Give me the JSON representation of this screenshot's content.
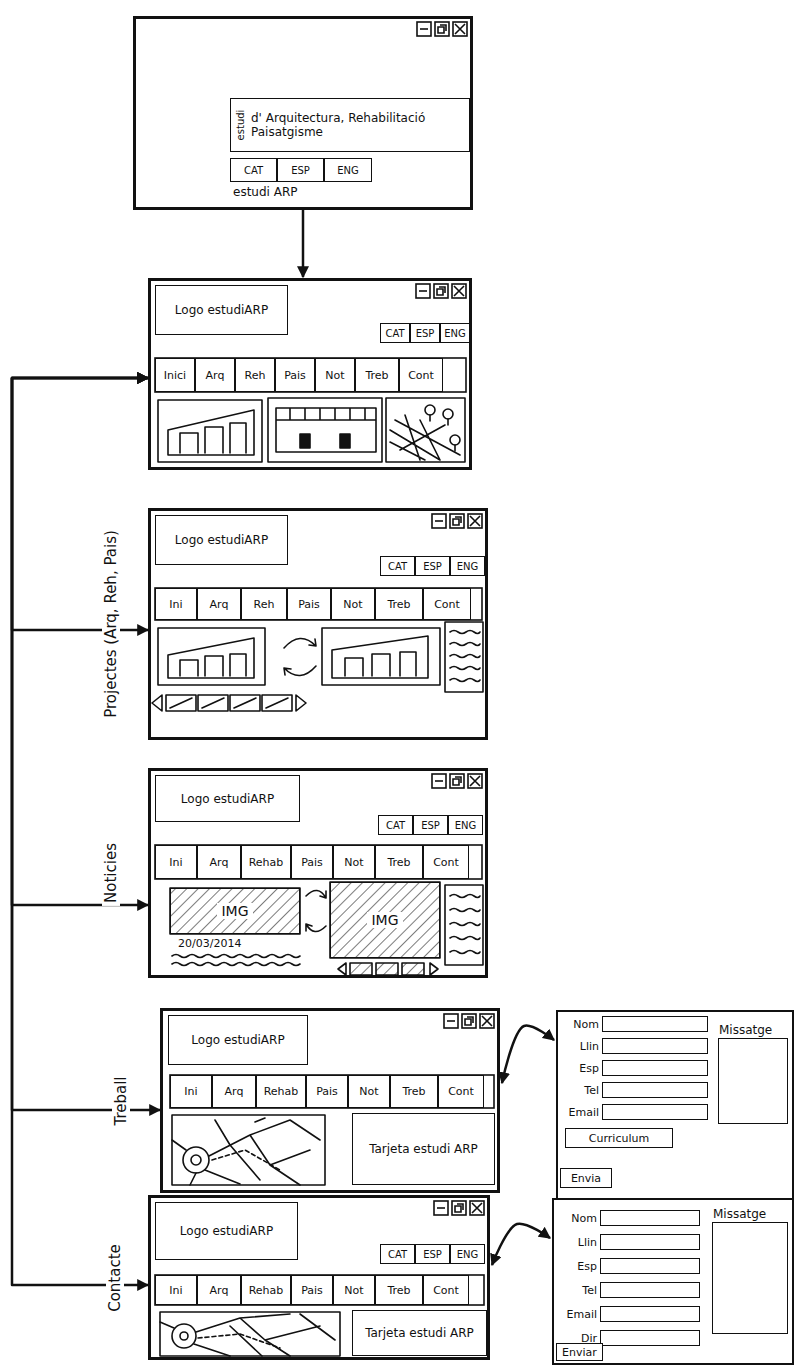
{
  "diagram": {
    "nodes": [
      {
        "text": [
          "estudi ARP"
        ]
      },
      {
        "text": [
          "estudi",
          "d' Arquitectura, Rehabilitació Paisatgisme"
        ],
        "in": 0
      },
      {
        "text": [
          "CAT"
        ],
        "in": 0
      },
      {
        "text": [
          "ESP"
        ],
        "in": 0
      },
      {
        "text": [
          "ENG"
        ],
        "in": 0
      },
      {
        "text": []
      },
      {
        "text": [
          "Logo estudiARP"
        ],
        "in": 5
      },
      {
        "text": [
          "CAT"
        ],
        "in": 5
      },
      {
        "text": [
          "ESP"
        ],
        "in": 5
      },
      {
        "text": [
          "ENG"
        ],
        "in": 5
      },
      {
        "text": [
          "Inici"
        ],
        "in": 5
      },
      {
        "text": [
          "Arq"
        ],
        "in": 5
      },
      {
        "text": [
          "Reh"
        ],
        "in": 5
      },
      {
        "text": [
          "Pais"
        ],
        "in": 5
      },
      {
        "text": [
          "Not"
        ],
        "in": 5
      },
      {
        "text": [
          "Treb"
        ],
        "in": 5
      },
      {
        "text": [
          "Cont"
        ],
        "in": 5
      },
      {
        "text": [
          "Projectes (Arq, Reh, Pais)"
        ]
      },
      {
        "text": [
          "Logo estudiARP"
        ],
        "in": 17
      },
      {
        "text": [
          "CAT"
        ],
        "in": 17
      },
      {
        "text": [
          "ESP"
        ],
        "in": 17
      },
      {
        "text": [
          "ENG"
        ],
        "in": 17
      },
      {
        "text": [
          "Ini"
        ],
        "in": 17
      },
      {
        "text": [
          "Arq"
        ],
        "in": 17
      },
      {
        "text": [
          "Reh"
        ],
        "in": 17
      },
      {
        "text": [
          "Pais"
        ],
        "in": 17
      },
      {
        "text": [
          "Not"
        ],
        "in": 17
      },
      {
        "text": [
          "Treb"
        ],
        "in": 17
      },
      {
        "text": [
          "Cont"
        ],
        "in": 17
      },
      {
        "text": [
          "Noticies"
        ]
      },
      {
        "text": [
          "Logo estudiARP"
        ],
        "in": 29
      },
      {
        "text": [
          "CAT"
        ],
        "in": 29
      },
      {
        "text": [
          "ESP"
        ],
        "in": 29
      },
      {
        "text": [
          "ENG"
        ],
        "in": 29
      },
      {
        "text": [
          "Ini"
        ],
        "in": 29
      },
      {
        "text": [
          "Arq"
        ],
        "in": 29
      },
      {
        "text": [
          "Rehab"
        ],
        "in": 29
      },
      {
        "text": [
          "Pais"
        ],
        "in": 29
      },
      {
        "text": [
          "Not"
        ],
        "in": 29
      },
      {
        "text": [
          "Treb"
        ],
        "in": 29
      },
      {
        "text": [
          "Cont"
        ],
        "in": 29
      },
      {
        "text": [
          "IMG"
        ],
        "in": 29
      },
      {
        "text": [
          "IMG"
        ],
        "in": 29
      },
      {
        "text": [
          "Treball"
        ]
      },
      {
        "text": [
          "Logo estudiARP"
        ],
        "in": 43
      },
      {
        "text": [
          "Ini"
        ],
        "in": 43
      },
      {
        "text": [
          "Arq"
        ],
        "in": 43
      },
      {
        "text": [
          "Rehab"
        ],
        "in": 43
      },
      {
        "text": [
          "Pais"
        ],
        "in": 43
      },
      {
        "text": [
          "Not"
        ],
        "in": 43
      },
      {
        "text": [
          "Treb"
        ],
        "in": 43
      },
      {
        "text": [
          "Cont"
        ],
        "in": 43
      },
      {
        "text": [
          "Tarjeta estudi ARP"
        ],
        "in": 43
      },
      {
        "text": [
          "Contacte"
        ]
      },
      {
        "text": [
          "Logo estudiARP"
        ],
        "in": 53
      },
      {
        "text": [
          "CAT"
        ],
        "in": 53
      },
      {
        "text": [
          "ESP"
        ],
        "in": 53
      },
      {
        "text": [
          "ENG"
        ],
        "in": 53
      },
      {
        "text": [
          "Ini"
        ],
        "in": 53
      },
      {
        "text": [
          "Arq"
        ],
        "in": 53
      },
      {
        "text": [
          "Rehab"
        ],
        "in": 53
      },
      {
        "text": [
          "Pais"
        ],
        "in": 53
      },
      {
        "text": [
          "Not"
        ],
        "in": 53
      },
      {
        "text": [
          "Treb"
        ],
        "in": 53
      },
      {
        "text": [
          "Cont"
        ],
        "in": 53
      },
      {
        "text": [
          "Tarjeta estudi ARP"
        ],
        "in": 53
      },
      {
        "text": []
      },
      {
        "text": [
          "Nom"
        ],
        "in": 66
      },
      {
        "text": [
          "Llin"
        ],
        "in": 66
      },
      {
        "text": [
          "Esp"
        ],
        "in": 66
      },
      {
        "text": [
          "Tel"
        ],
        "in": 66
      },
      {
        "text": [
          "Email"
        ],
        "in": 66
      },
      {
        "text": [
          "Missatge"
        ],
        "in": 66
      },
      {
        "text": [
          "Curriculum"
        ],
        "in": 66
      },
      {
        "text": [
          "Envia"
        ],
        "in": 66
      },
      {
        "text": []
      },
      {
        "text": [
          "Nom"
        ],
        "in": 75
      },
      {
        "text": [
          "Llin"
        ],
        "in": 75
      },
      {
        "text": [
          "Esp"
        ],
        "in": 75
      },
      {
        "text": [
          "Tel"
        ],
        "in": 75
      },
      {
        "text": [
          "Email"
        ],
        "in": 75
      },
      {
        "text": [
          "Dir"
        ],
        "in": 75
      },
      {
        "text": [
          "Missatge"
        ],
        "in": 75
      },
      {
        "text": [
          "Enviar"
        ],
        "in": 75
      }
    ],
    "edges": [
      {
        "from": 0,
        "to": 5,
        "arrow": "to"
      },
      {
        "from": 5,
        "to": 17,
        "arrow": "both"
      },
      {
        "from": 5,
        "to": 29,
        "arrow": "both"
      },
      {
        "from": 5,
        "to": 43,
        "arrow": "both"
      },
      {
        "from": 5,
        "to": 53,
        "arrow": "both"
      },
      {
        "from": 43,
        "to": 66,
        "arrow": "both"
      },
      {
        "from": 53,
        "to": 75,
        "arrow": "both"
      }
    ],
    "labels": [
      "20/03/2014"
    ]
  }
}
